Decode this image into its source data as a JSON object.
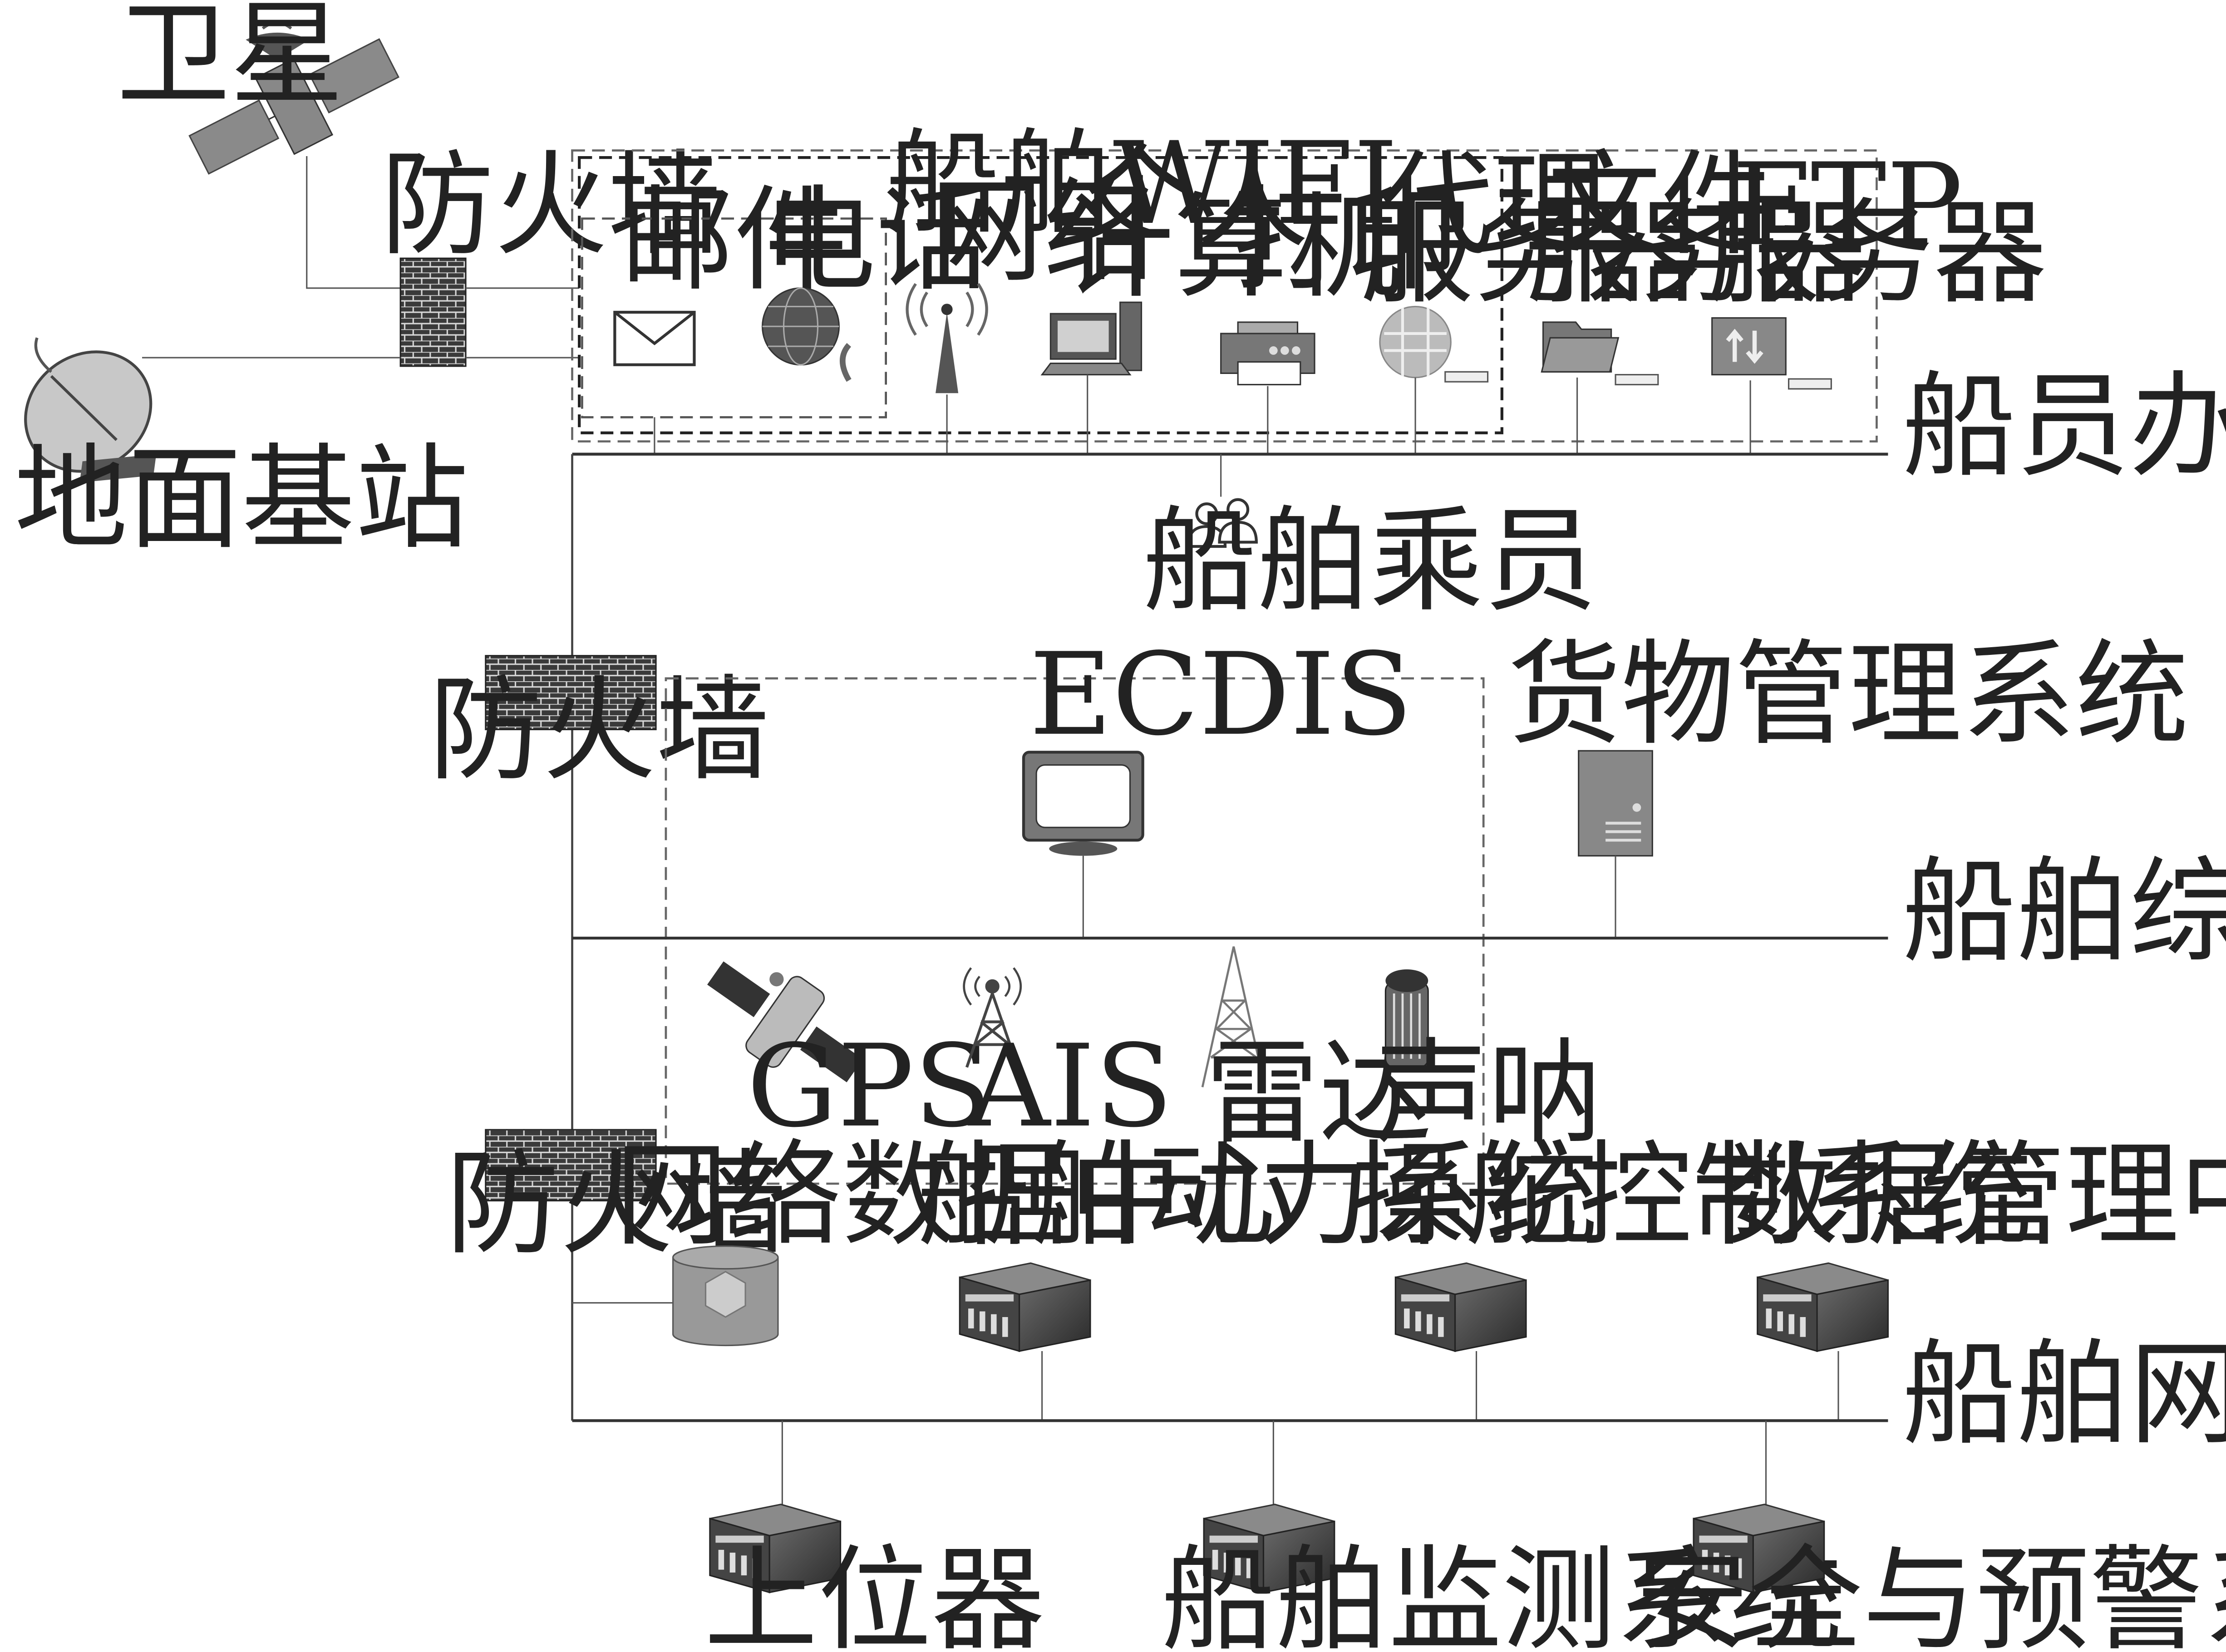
{
  "layers": {
    "office": "船员办公网络层",
    "management": "船舶综合管理层",
    "control": "船舶网络控制层"
  },
  "nodes": {
    "satellite": "卫星",
    "firewall": "防火墙",
    "ground_station": "地面基站",
    "email": "邮件",
    "phone": "电话",
    "wifi_line1": "船舶WIFI",
    "wifi_line2": "网络",
    "pc_line1": "个人",
    "pc_line2": "计算机",
    "print": "打印",
    "proxy_line1": "代理",
    "proxy_line2": "服务器",
    "file_line1": "文件",
    "file_line2": "服务器",
    "ftp_line1": "FTP",
    "ftp_line2": "服务器",
    "crew": "船舶乘员",
    "ecdis": "ECDIS",
    "cargo": "货物管理系统",
    "gps": "GPS",
    "ais": "AIS",
    "radar": "雷达",
    "sonar": "声呐",
    "data_center": "网络数据中心",
    "power": "船舶动力系统",
    "steering": "操舵控制系统",
    "data_mgmt": "数据管理中心",
    "host": "上位器",
    "monitoring": "船舶监测系统",
    "safety": "安全与预警系统"
  }
}
